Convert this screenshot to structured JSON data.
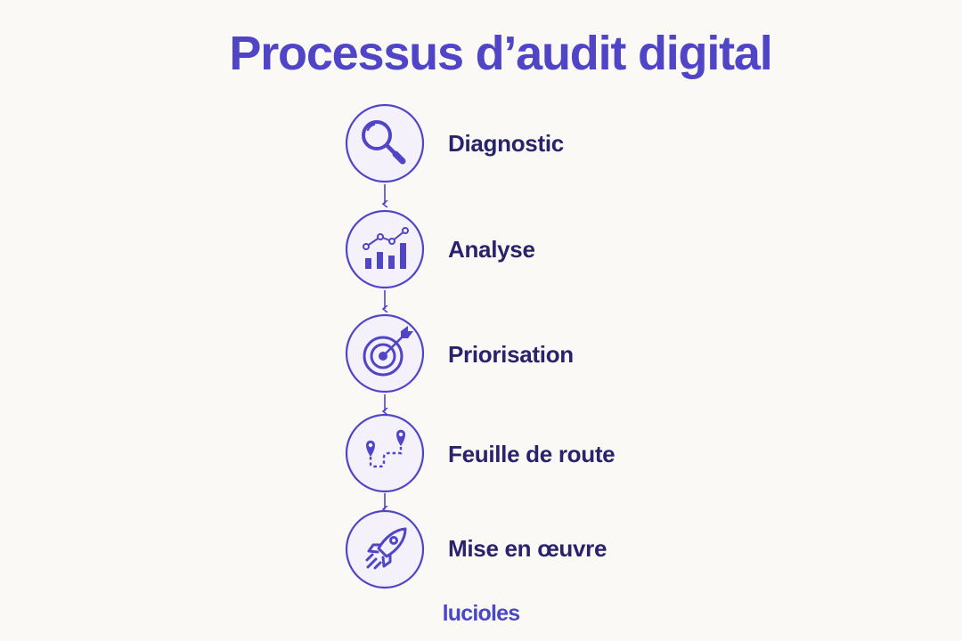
{
  "title": "Processus d’audit digital",
  "colors": {
    "background": "#fbf9f6",
    "title": "#5045c6",
    "icon": "#5045c6",
    "circle_fill": "#f4f1fb",
    "label": "#29236b"
  },
  "steps": [
    {
      "label": "Diagnostic",
      "icon": "magnifier-icon"
    },
    {
      "label": "Analyse",
      "icon": "bar-chart-trend-icon"
    },
    {
      "label": "Priorisation",
      "icon": "target-arrow-icon"
    },
    {
      "label": "Feuille de route",
      "icon": "route-pins-icon"
    },
    {
      "label": "Mise en œuvre",
      "icon": "rocket-icon"
    }
  ],
  "logo": {
    "text": "lucioles"
  }
}
